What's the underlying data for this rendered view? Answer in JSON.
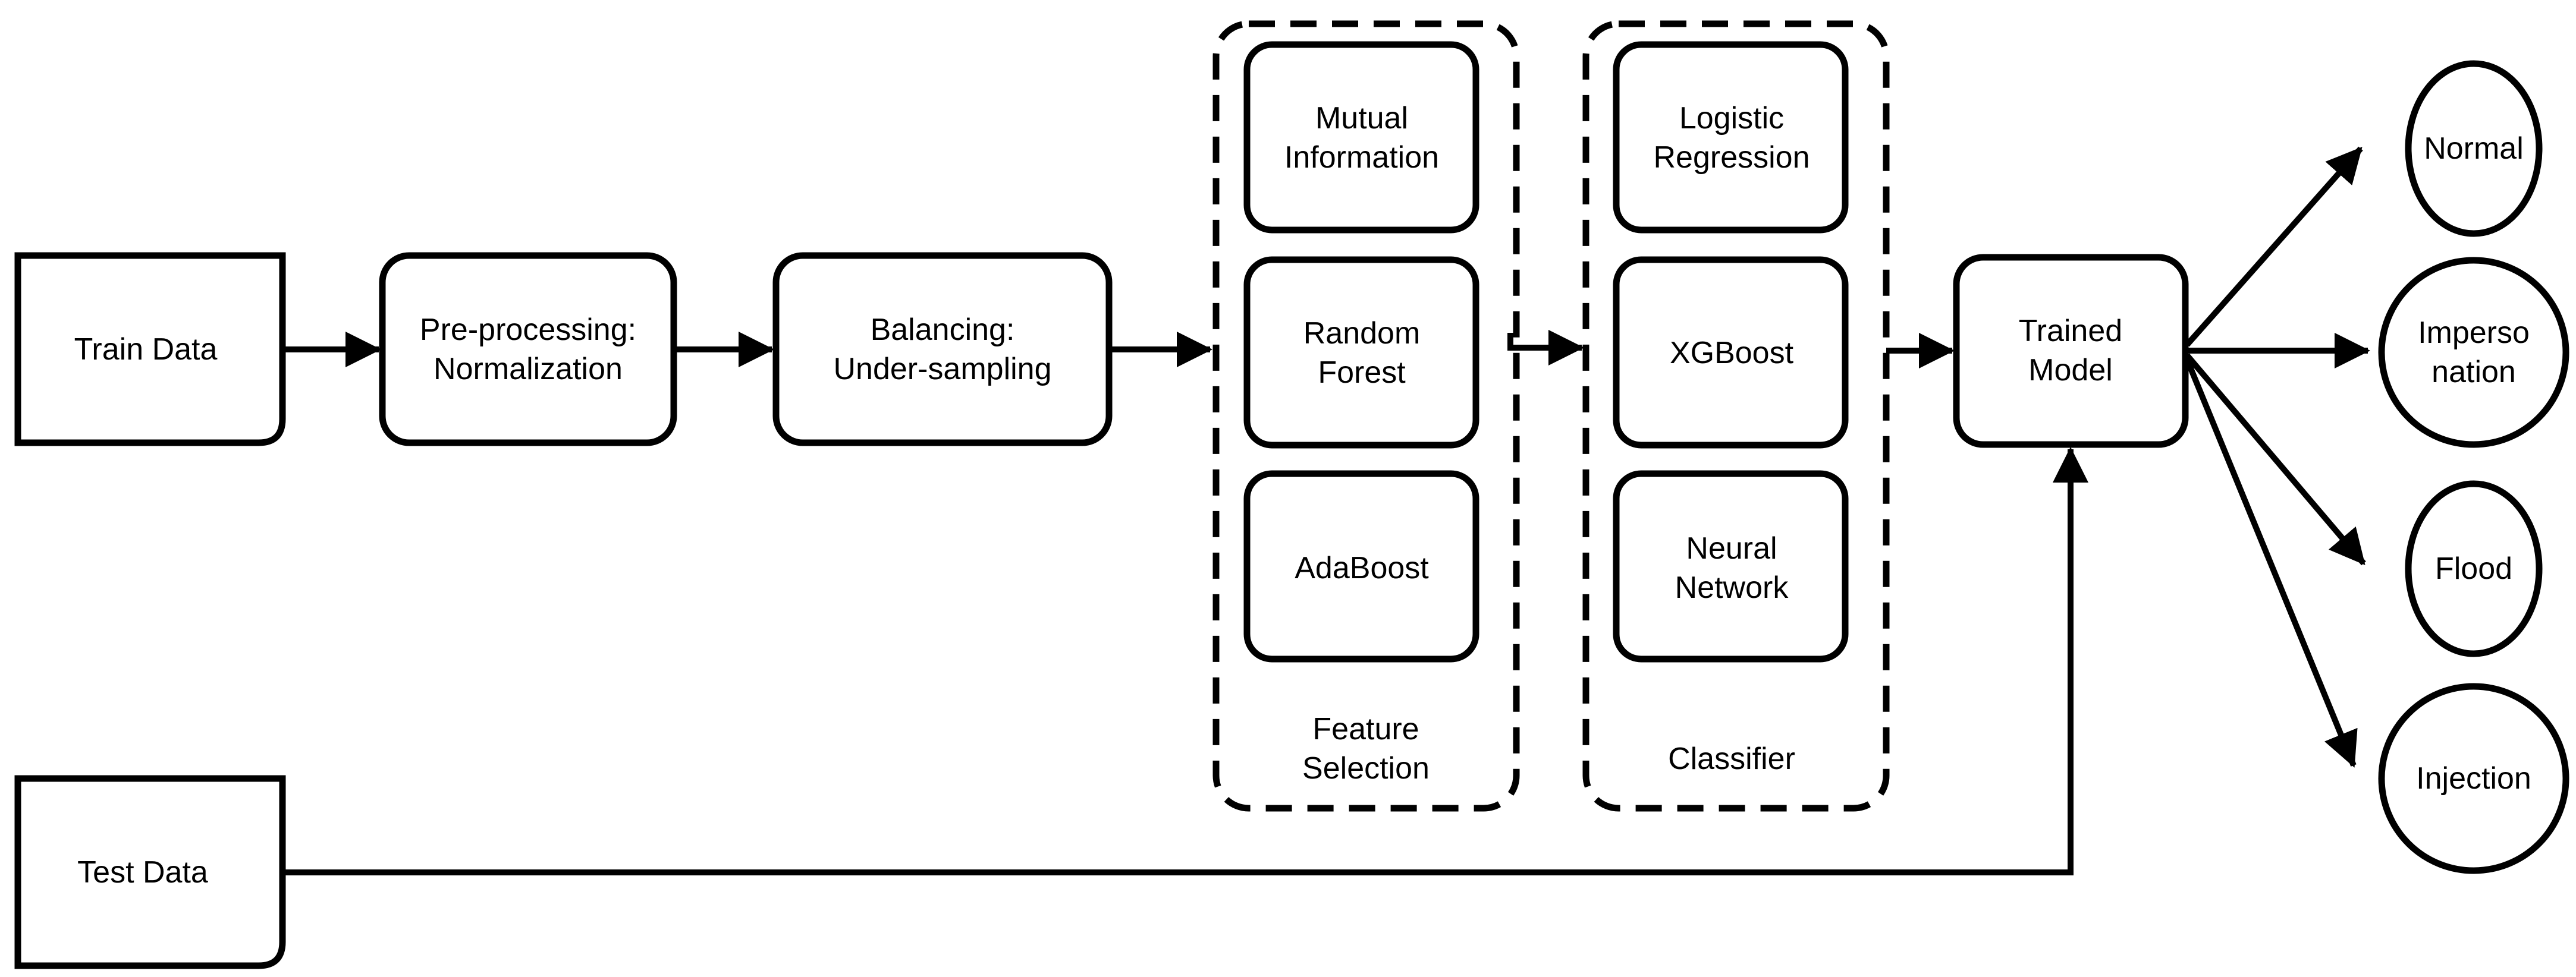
{
  "diagram": {
    "inputs": {
      "train": "Train Data",
      "test": "Test Data"
    },
    "steps": {
      "preprocessing": [
        "Pre-processing:",
        "Normalization"
      ],
      "balancing": [
        "Balancing:",
        "Under-sampling"
      ]
    },
    "feature_selection": {
      "label": [
        "Feature",
        "Selection"
      ],
      "methods": [
        [
          "Mutual",
          "Information"
        ],
        [
          "Random",
          "Forest"
        ],
        [
          "AdaBoost"
        ]
      ]
    },
    "classifier": {
      "label": [
        "Classifier"
      ],
      "methods": [
        [
          "Logistic",
          "Regression"
        ],
        [
          "XGBoost"
        ],
        [
          "Neural",
          "Network"
        ]
      ]
    },
    "trained_model": [
      "Trained",
      "Model"
    ],
    "outputs": [
      [
        "Normal"
      ],
      [
        "Imperso",
        "nation"
      ],
      [
        "Flood"
      ],
      [
        "Injection"
      ]
    ]
  }
}
